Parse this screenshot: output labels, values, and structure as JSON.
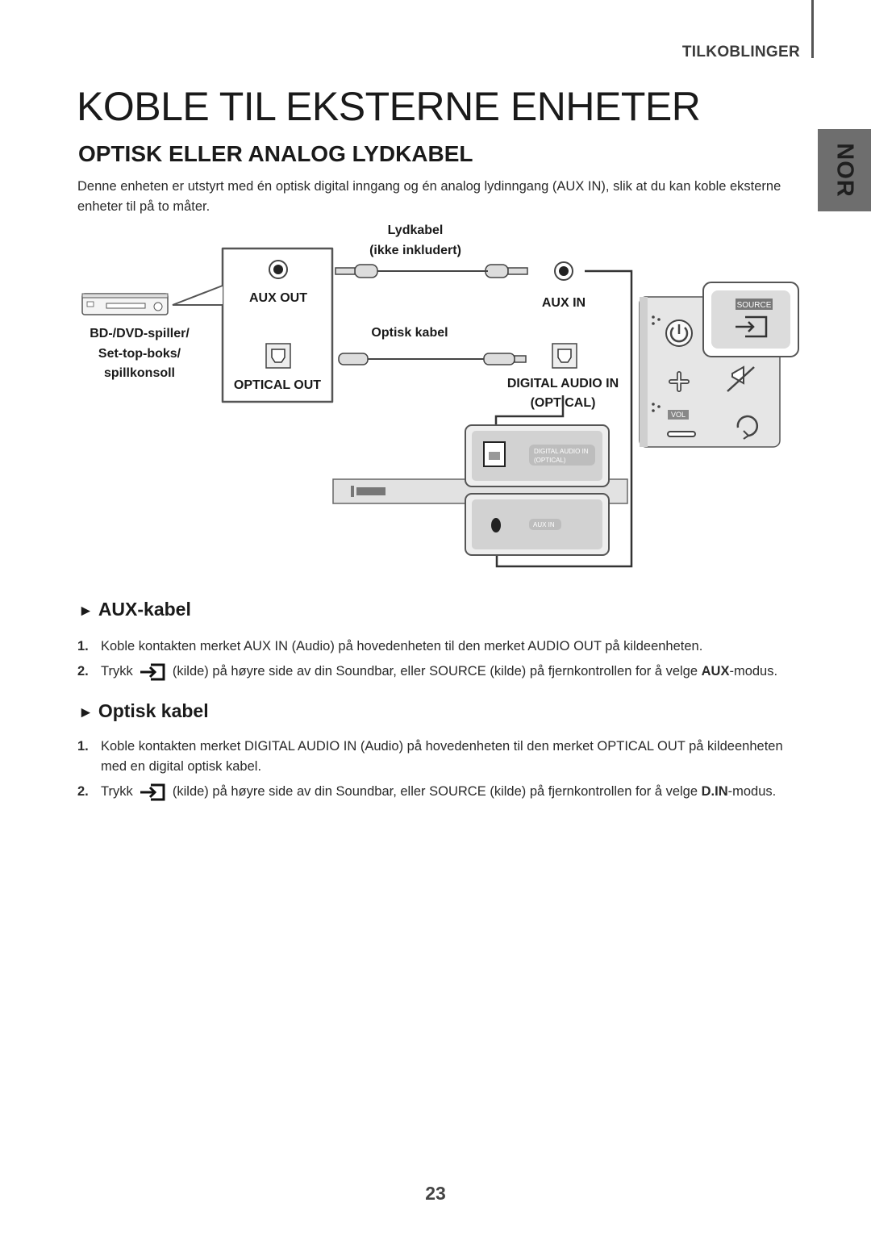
{
  "header": {
    "section": "TILKOBLINGER",
    "language_tab": "NOR"
  },
  "title": "KOBLE TIL EKSTERNE ENHETER",
  "subtitle": "OPTISK ELLER ANALOG LYDKABEL",
  "intro": "Denne enheten er utstyrt med én optisk digital inngang og én analog lydinngang (AUX IN), slik at du kan koble eksterne enheter til på to måter.",
  "diagram": {
    "aux_cable_label_1": "Lydkabel",
    "aux_cable_label_2": "(ikke inkludert)",
    "optical_cable_label": "Optisk kabel",
    "source_device_1": "BD-/DVD-spiller/",
    "source_device_2": "Set-top-boks/",
    "source_device_3": "spillkonsoll",
    "aux_out": "AUX OUT",
    "optical_out": "OPTICAL OUT",
    "aux_in": "AUX IN",
    "digital_audio_in_1": "DIGITAL AUDIO IN",
    "digital_audio_in_2": "(OPTICAL)",
    "panel_source": "SOURCE",
    "panel_vol": "VOL",
    "port_digital_1": "DIGITAL AUDIO IN",
    "port_digital_2": "(OPTICAL)",
    "port_aux": "AUX IN"
  },
  "aux_section": {
    "heading": "AUX-kabel",
    "step1": {
      "num": "1.",
      "a": "Koble kontakten merket ",
      "b": "AUX IN",
      "c": " (Audio) på hovedenheten til den merket ",
      "d": "AUDIO OUT",
      "e": " på kildeenheten."
    },
    "step2": {
      "num": "2.",
      "a": "Trykk ",
      "b": " (kilde) på høyre side av din Soundbar, eller ",
      "c": "SOURCE",
      "d": " (kilde) på fjernkontrollen for å velge ",
      "e": "AUX",
      "f": "-modus."
    }
  },
  "optical_section": {
    "heading": "Optisk kabel",
    "step1": {
      "num": "1.",
      "a": "Koble kontakten merket ",
      "b": "DIGITAL AUDIO IN (Audio)",
      "c": " på hovedenheten til den merket ",
      "d": "OPTICAL OUT",
      "e": " på kildeenheten med en digital optisk kabel."
    },
    "step2": {
      "num": "2.",
      "a": "Trykk ",
      "b": " (kilde) på høyre side av din Soundbar, eller ",
      "c": "SOURCE",
      "d": " (kilde) på fjernkontrollen for å velge ",
      "e": "D.IN",
      "f": "-modus."
    }
  },
  "page_number": "23"
}
